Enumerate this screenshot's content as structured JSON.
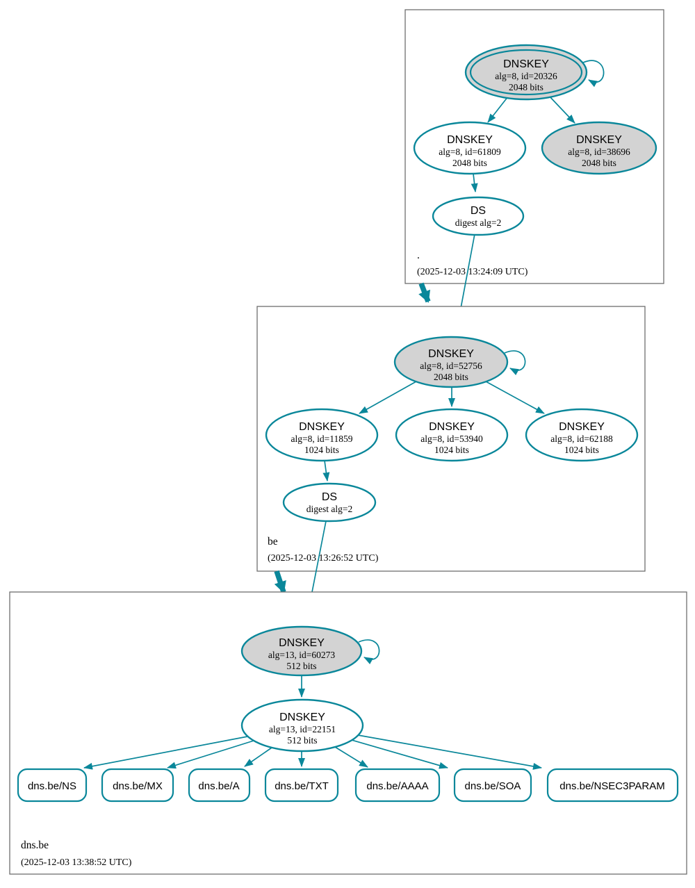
{
  "colors": {
    "edge_teal": "#0a879a",
    "node_gray_fill": "#d3d3d3",
    "node_white_fill": "#ffffff",
    "box_border": "#6e6e6e"
  },
  "root_zone": {
    "label": ".",
    "timestamp": "(2025-12-03 13:24:09 UTC)",
    "ksk": {
      "title": "DNSKEY",
      "alg": "alg=8, id=20326",
      "bits": "2048 bits"
    },
    "zsk": {
      "title": "DNSKEY",
      "alg": "alg=8, id=61809",
      "bits": "2048 bits"
    },
    "standby_ksk": {
      "title": "DNSKEY",
      "alg": "alg=8, id=38696",
      "bits": "2048 bits"
    },
    "ds": {
      "title": "DS",
      "detail": "digest alg=2"
    }
  },
  "be_zone": {
    "label": "be",
    "timestamp": "(2025-12-03 13:26:52 UTC)",
    "ksk": {
      "title": "DNSKEY",
      "alg": "alg=8, id=52756",
      "bits": "2048 bits"
    },
    "zsk_left": {
      "title": "DNSKEY",
      "alg": "alg=8, id=11859",
      "bits": "1024 bits"
    },
    "zsk_mid": {
      "title": "DNSKEY",
      "alg": "alg=8, id=53940",
      "bits": "1024 bits"
    },
    "zsk_right": {
      "title": "DNSKEY",
      "alg": "alg=8, id=62188",
      "bits": "1024 bits"
    },
    "ds": {
      "title": "DS",
      "detail": "digest alg=2"
    }
  },
  "dnsbe_zone": {
    "label": "dns.be",
    "timestamp": "(2025-12-03 13:38:52 UTC)",
    "ksk": {
      "title": "DNSKEY",
      "alg": "alg=13, id=60273",
      "bits": "512 bits"
    },
    "zsk": {
      "title": "DNSKEY",
      "alg": "alg=13, id=22151",
      "bits": "512 bits"
    },
    "rrsets": [
      {
        "label": "dns.be/NS"
      },
      {
        "label": "dns.be/MX"
      },
      {
        "label": "dns.be/A"
      },
      {
        "label": "dns.be/TXT"
      },
      {
        "label": "dns.be/AAAA"
      },
      {
        "label": "dns.be/SOA"
      },
      {
        "label": "dns.be/NSEC3PARAM"
      }
    ]
  }
}
